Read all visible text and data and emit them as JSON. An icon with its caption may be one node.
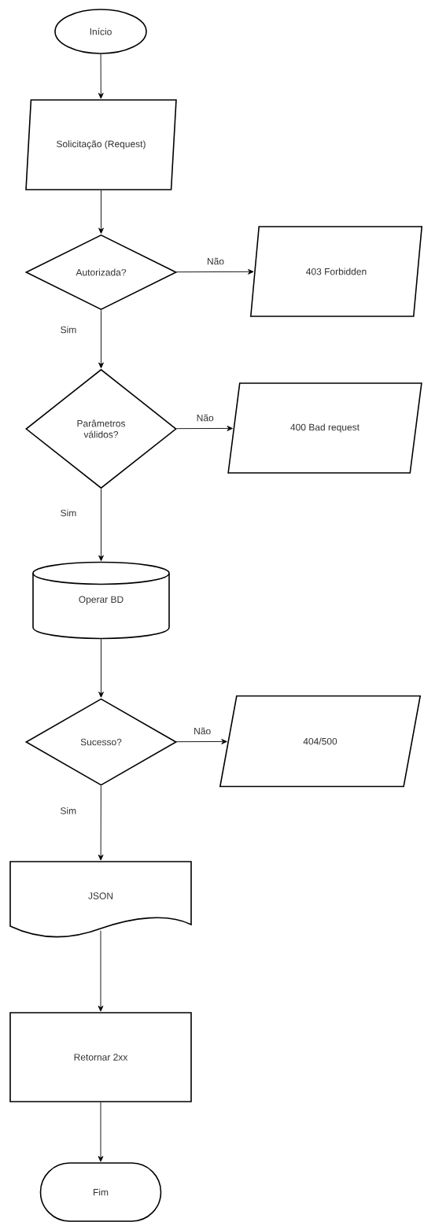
{
  "diagram": {
    "nodes": [
      {
        "text": [
          "Início"
        ]
      },
      {
        "text": [
          "Solicitação (Request)"
        ]
      },
      {
        "text": [
          "Autorizada?"
        ]
      },
      {
        "text": [
          "403 Forbidden"
        ]
      },
      {
        "text": [
          "Parâmetros válidos?"
        ]
      },
      {
        "text": [
          "400 Bad request"
        ]
      },
      {
        "text": [
          "Operar BD"
        ]
      },
      {
        "text": [
          "Sucesso?"
        ]
      },
      {
        "text": [
          "404/500"
        ]
      },
      {
        "text": [
          "JSON"
        ]
      },
      {
        "text": [
          "Retornar 2xx"
        ]
      },
      {
        "text": [
          "Fim"
        ]
      }
    ],
    "edges": [
      {
        "from": 0,
        "to": 1,
        "arrow": "to"
      },
      {
        "from": 1,
        "to": 2,
        "arrow": "to"
      },
      {
        "from": 2,
        "to": 3,
        "arrow": "to",
        "label": "Não"
      },
      {
        "from": 2,
        "to": 4,
        "arrow": "to",
        "label": "Sim"
      },
      {
        "from": 4,
        "to": 5,
        "arrow": "to",
        "label": "Não"
      },
      {
        "from": 4,
        "to": 6,
        "arrow": "to",
        "label": "Sim"
      },
      {
        "from": 6,
        "to": 7,
        "arrow": "to"
      },
      {
        "from": 7,
        "to": 8,
        "arrow": "to",
        "label": "Não"
      },
      {
        "from": 7,
        "to": 9,
        "arrow": "to",
        "label": "Sim"
      },
      {
        "from": 9,
        "to": 10,
        "arrow": "to"
      },
      {
        "from": 10,
        "to": 11,
        "arrow": "to"
      }
    ]
  }
}
